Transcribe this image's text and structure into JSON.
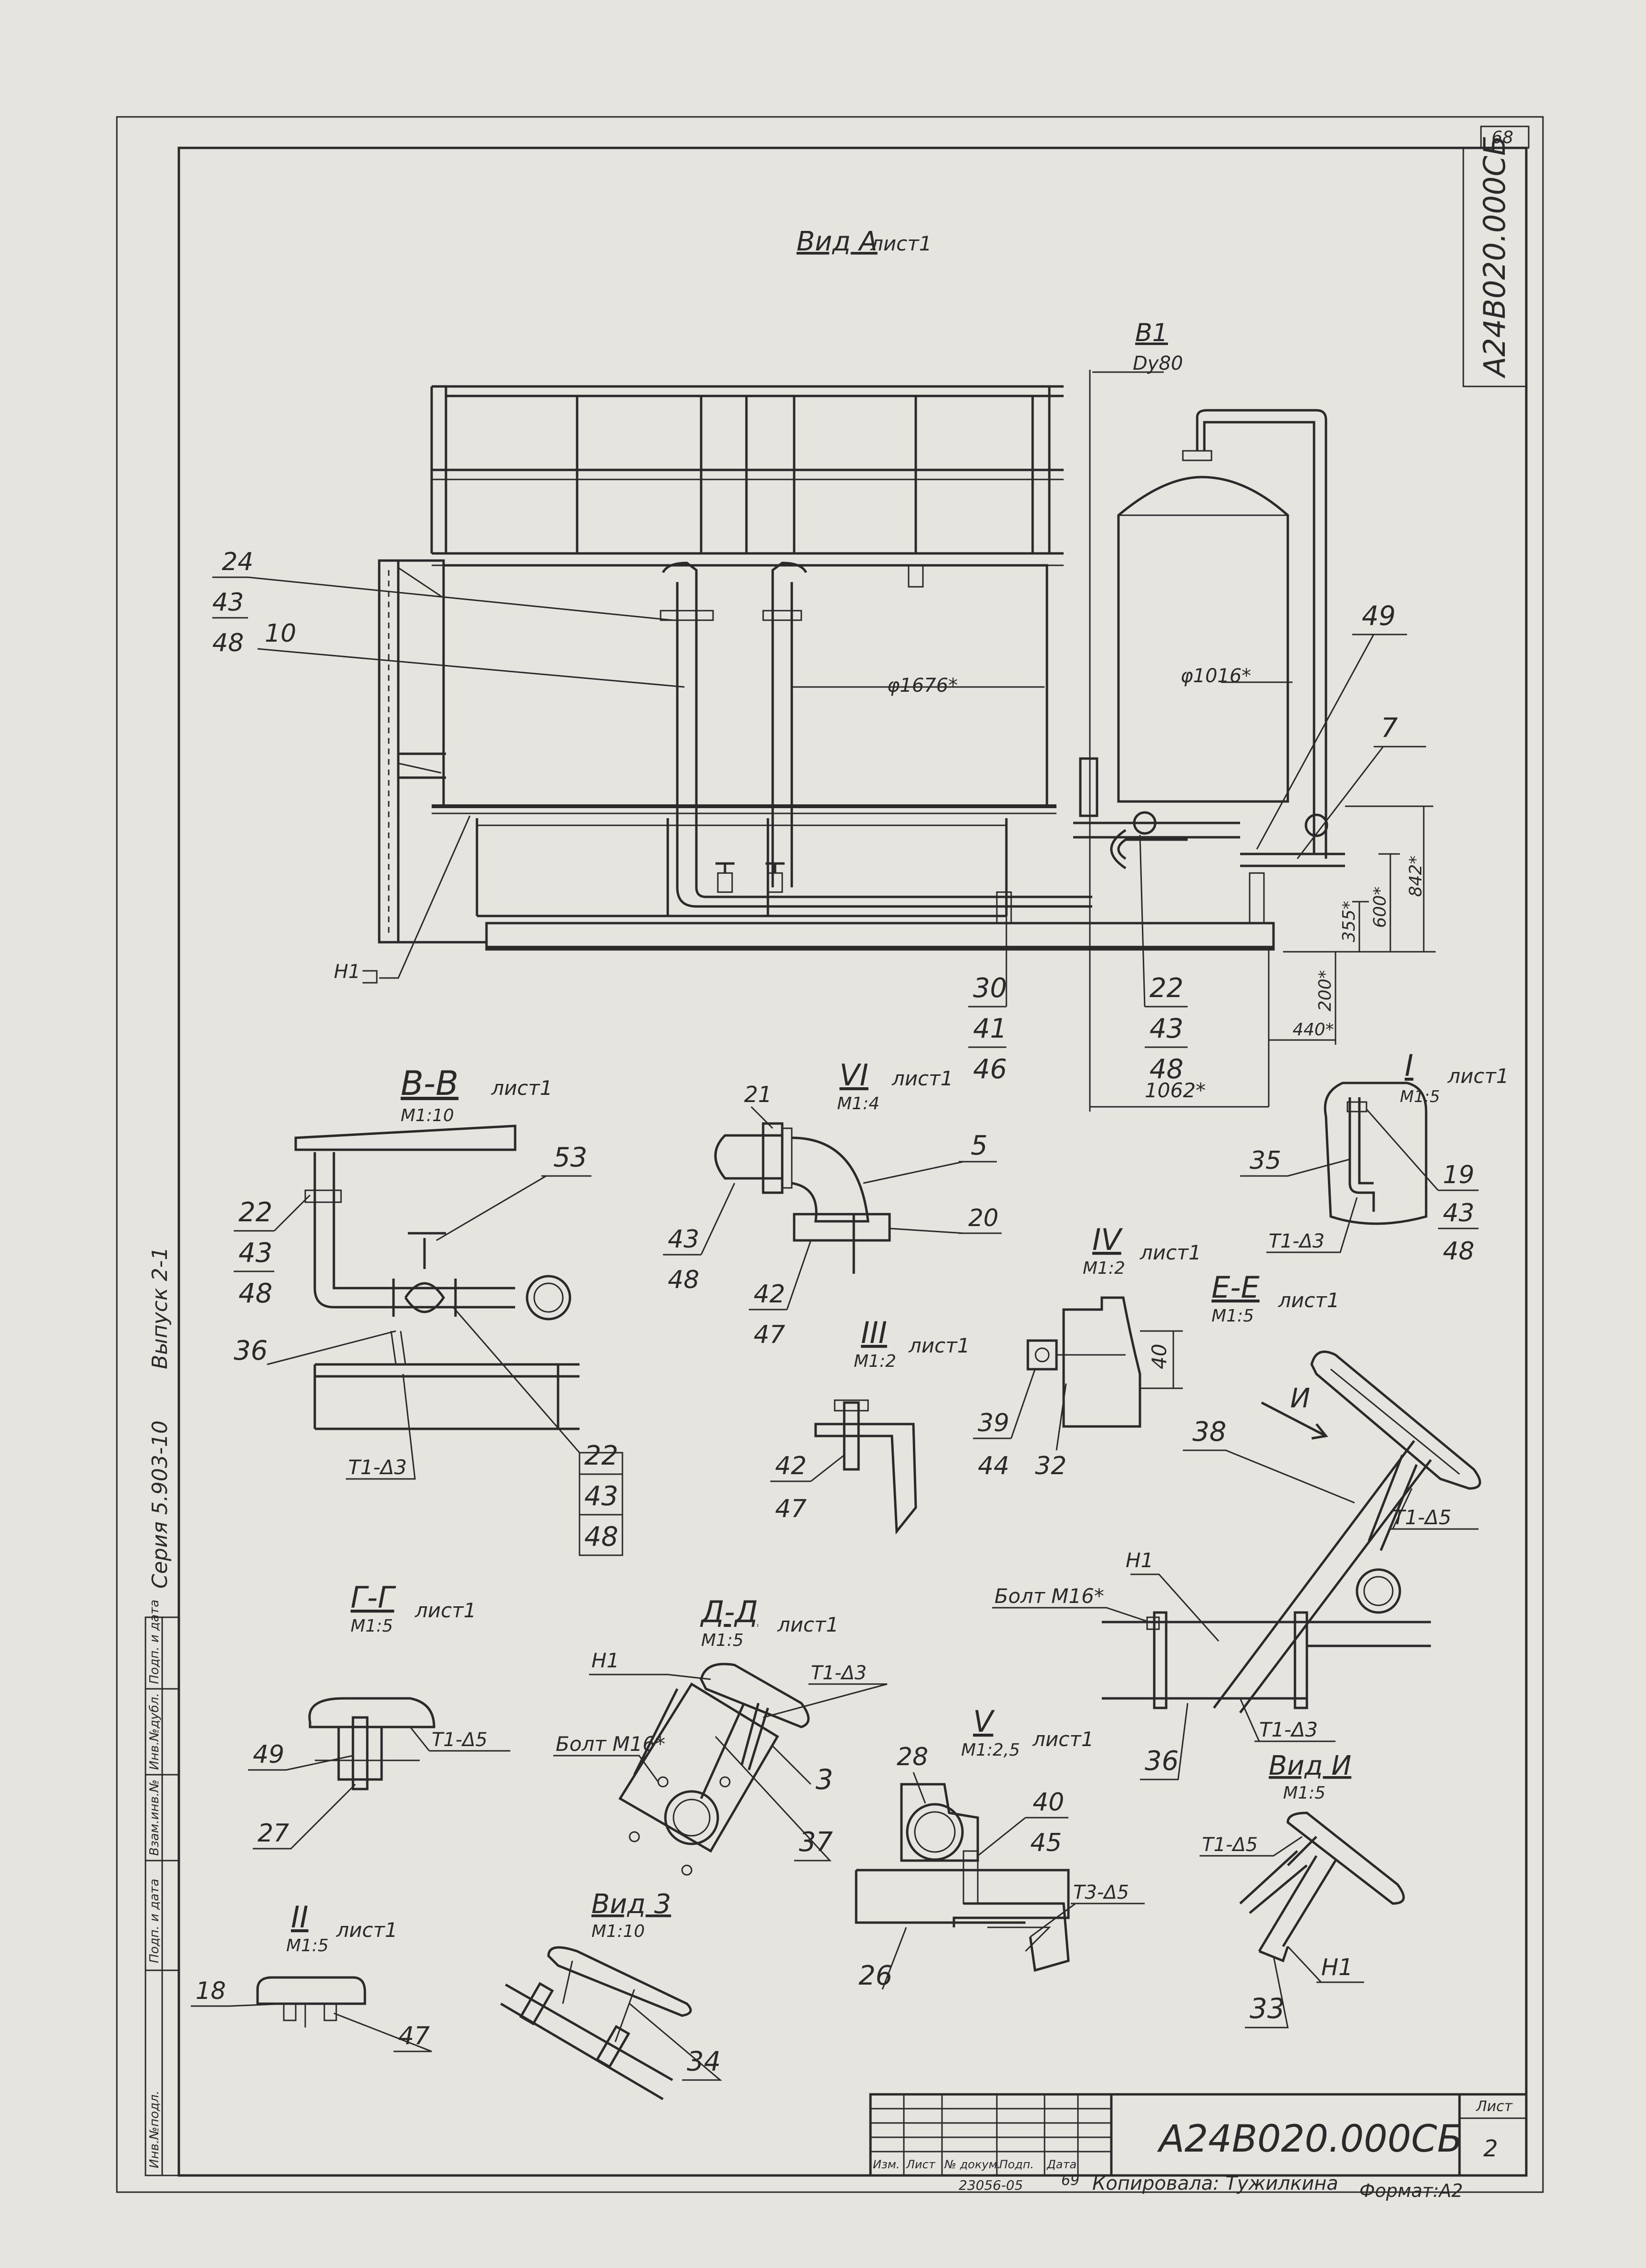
{
  "sheet": {
    "page_number": "68",
    "code_vertical": "А24В020.000СБ",
    "series_text": "Серия 5.903-10",
    "issue_text": "Выпуск 2-1",
    "titleblock": {
      "code": "А24В020.000СБ",
      "sheet_label": "Лист",
      "sheet_no": "2",
      "cols": [
        "Изм.",
        "Лист",
        "№ докум.",
        "Подп.",
        "Дата"
      ],
      "footer_num": "23056-05",
      "footer_num2": "69",
      "copied": "Копировала: Тужилкина",
      "format": "Формат:А2"
    },
    "side_table": [
      "Инв.№подл.",
      "Подп. и дата",
      "Взам.инв.№",
      "Инв.№дубл.",
      "Подп. и дата"
    ]
  },
  "views": {
    "main": {
      "title": "Вид А",
      "ref": "лист1",
      "b1": "В1",
      "dy": "Dу80",
      "dims": {
        "d_tank": "φ1676*",
        "d_vessel": "φ1016*",
        "h842": "842*",
        "h600": "600*",
        "h355": "355*",
        "h200": "200*",
        "w440": "440*",
        "w1062": "1062*"
      },
      "h1": "Н1",
      "callouts": [
        "24",
        "43",
        "48",
        "10",
        "49",
        "7",
        "30",
        "41",
        "46",
        "22",
        "43",
        "48"
      ]
    },
    "vv": {
      "title": "В-В",
      "ref": "лист1",
      "scale": "М1:10",
      "callouts": [
        "53",
        "22",
        "43",
        "48",
        "36",
        "22",
        "43",
        "48"
      ],
      "weld": "Т1-Δ3"
    },
    "v6": {
      "title": "VI",
      "ref": "лист1",
      "scale": "М1:4",
      "callouts": [
        "21",
        "5",
        "20",
        "43",
        "48",
        "42",
        "47"
      ]
    },
    "v1": {
      "title": "I",
      "ref": "лист1",
      "scale": "М1:5",
      "callouts": [
        "35",
        "19",
        "43",
        "48"
      ],
      "weld": "Т1-Δ3"
    },
    "v4": {
      "title": "IV",
      "ref": "лист1",
      "scale": "М1:2",
      "dim": "40",
      "callouts": [
        "39",
        "44",
        "32"
      ]
    },
    "v3": {
      "title": "III",
      "ref": "лист1",
      "scale": "М1:2",
      "callouts": [
        "42",
        "47"
      ]
    },
    "ee": {
      "title": "Е-Е",
      "ref": "лист1",
      "scale": "М1:5",
      "arrow": "И",
      "bolt": "Болт М16*",
      "h1": "Н1",
      "callouts": [
        "38",
        "36"
      ],
      "weld1": "Т1-Δ5",
      "weld2": "Т1-Δ3"
    },
    "gg": {
      "title": "Г-Г",
      "ref": "лист1",
      "scale": "М1:5",
      "callouts": [
        "49",
        "27"
      ],
      "weld": "Т1-Δ5"
    },
    "dd": {
      "title": "Д-Д",
      "ref": "лист1",
      "scale": "М1:5",
      "h1": "Н1",
      "bolt": "Болт М16*",
      "callouts": [
        "3",
        "37"
      ],
      "weld": "Т1-Δ3"
    },
    "v5": {
      "title": "V",
      "ref": "лист1",
      "scale": "М1:2,5",
      "callouts": [
        "28",
        "40",
        "45",
        "26"
      ],
      "weld": "Т3-Δ5"
    },
    "vidi": {
      "title": "Вид И",
      "scale": "М1:5",
      "h1": "Н1",
      "callouts": [
        "33"
      ],
      "weld": "Т1-Δ5"
    },
    "vid3": {
      "title": "Вид 3",
      "scale": "М1:10",
      "callouts": [
        "34"
      ]
    },
    "v2": {
      "title": "II",
      "ref": "лист1",
      "scale": "М1:5",
      "callouts": [
        "18",
        "47"
      ]
    }
  }
}
